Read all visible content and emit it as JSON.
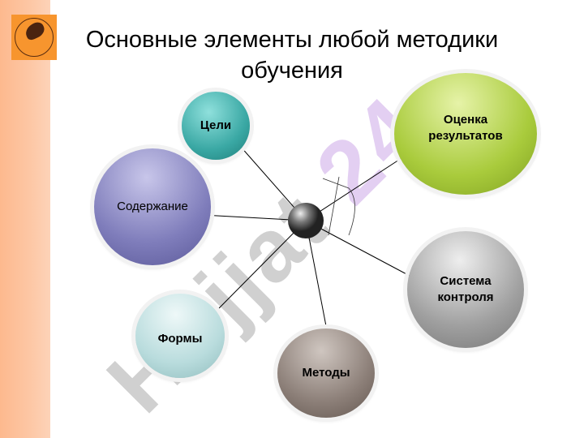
{
  "title": {
    "line1": "Основные элементы любой методики",
    "line2": "обучения"
  },
  "watermark": {
    "text": "Hujjat",
    "accent": "24"
  },
  "nodes": {
    "goals": "Цели",
    "assessment": "Оценка результатов",
    "content": "Содержание",
    "control": "Система контроля",
    "forms": "Формы",
    "methods": "Методы"
  },
  "colors": {
    "stripe": "#fdc7a5",
    "logo": "#f7952e",
    "goals": "#3aa8a4",
    "assessment": "#a9cb3c",
    "content": "#7f7dbb",
    "control": "#a0a0a0",
    "forms": "#b9dcdd",
    "methods": "#8c7f78"
  }
}
